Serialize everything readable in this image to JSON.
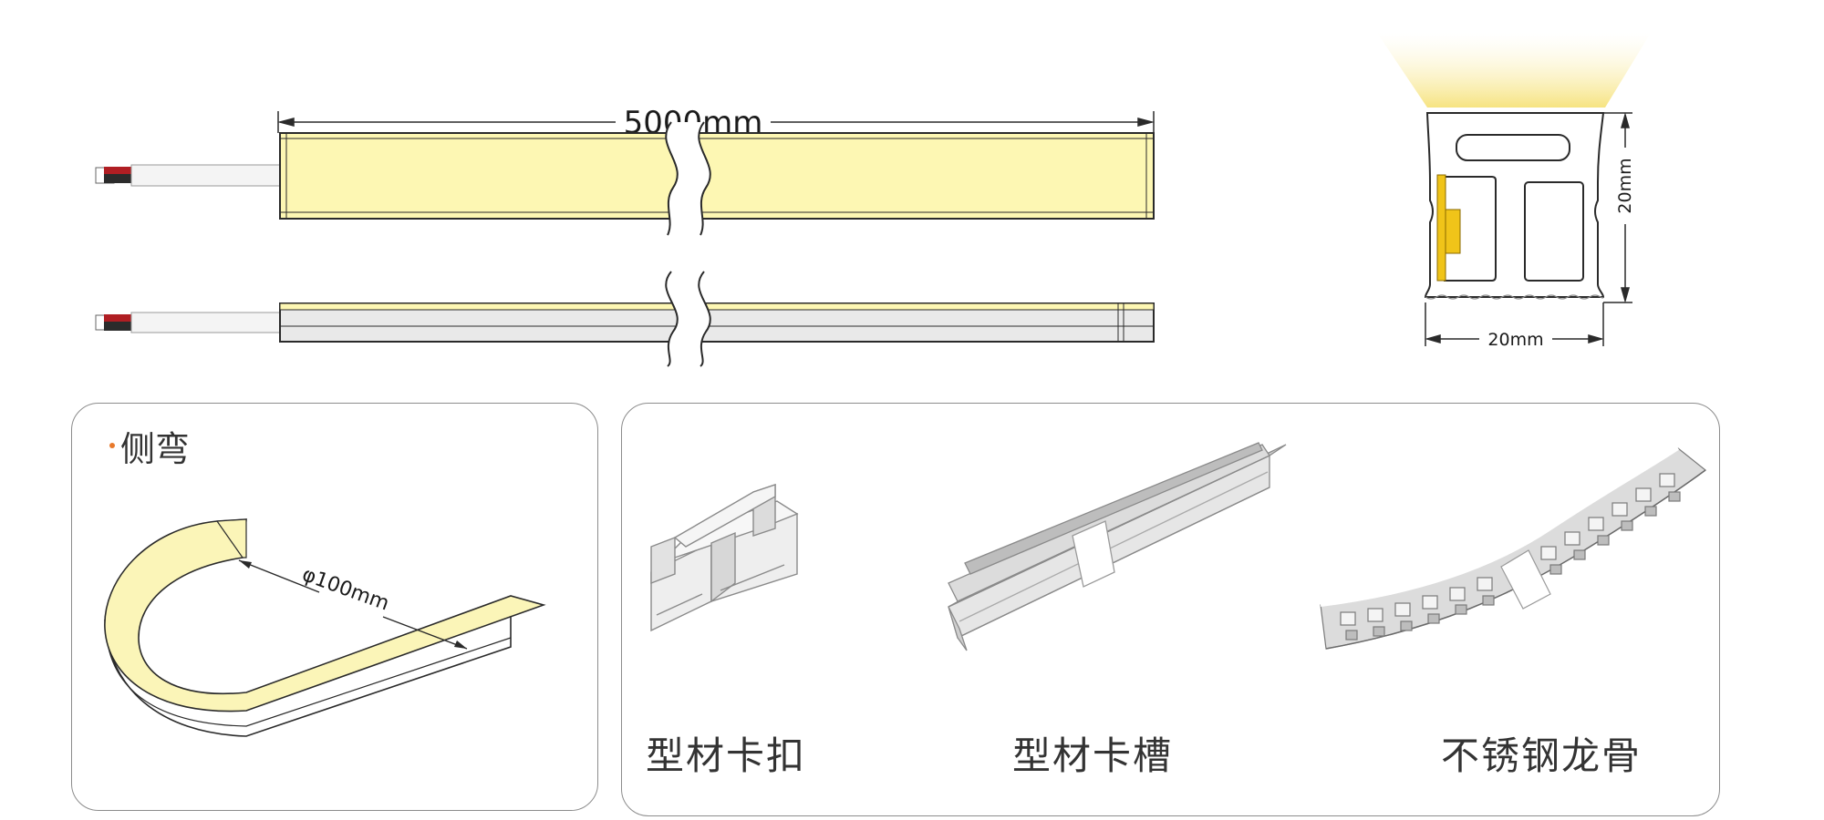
{
  "length_dimension": "5000mm",
  "profile_width": "20mm",
  "profile_height": "20mm",
  "side_bend": {
    "title": "侧弯",
    "diameter": "φ100mm"
  },
  "accessories": [
    {
      "label": "型材卡扣",
      "icon": "profile-clip-icon"
    },
    {
      "label": "型材卡槽",
      "icon": "profile-channel-icon"
    },
    {
      "label": "不锈钢龙骨",
      "icon": "stainless-steel-keel-icon"
    }
  ],
  "colors": {
    "light": "#fdf7b3",
    "bend_light": "#fbf5b8",
    "led_chip": "#f0c419",
    "beam": "#f6e27a",
    "accent_dot": "#e8792b",
    "wire_red": "#b01e23",
    "outline": "#2a2a2a"
  }
}
